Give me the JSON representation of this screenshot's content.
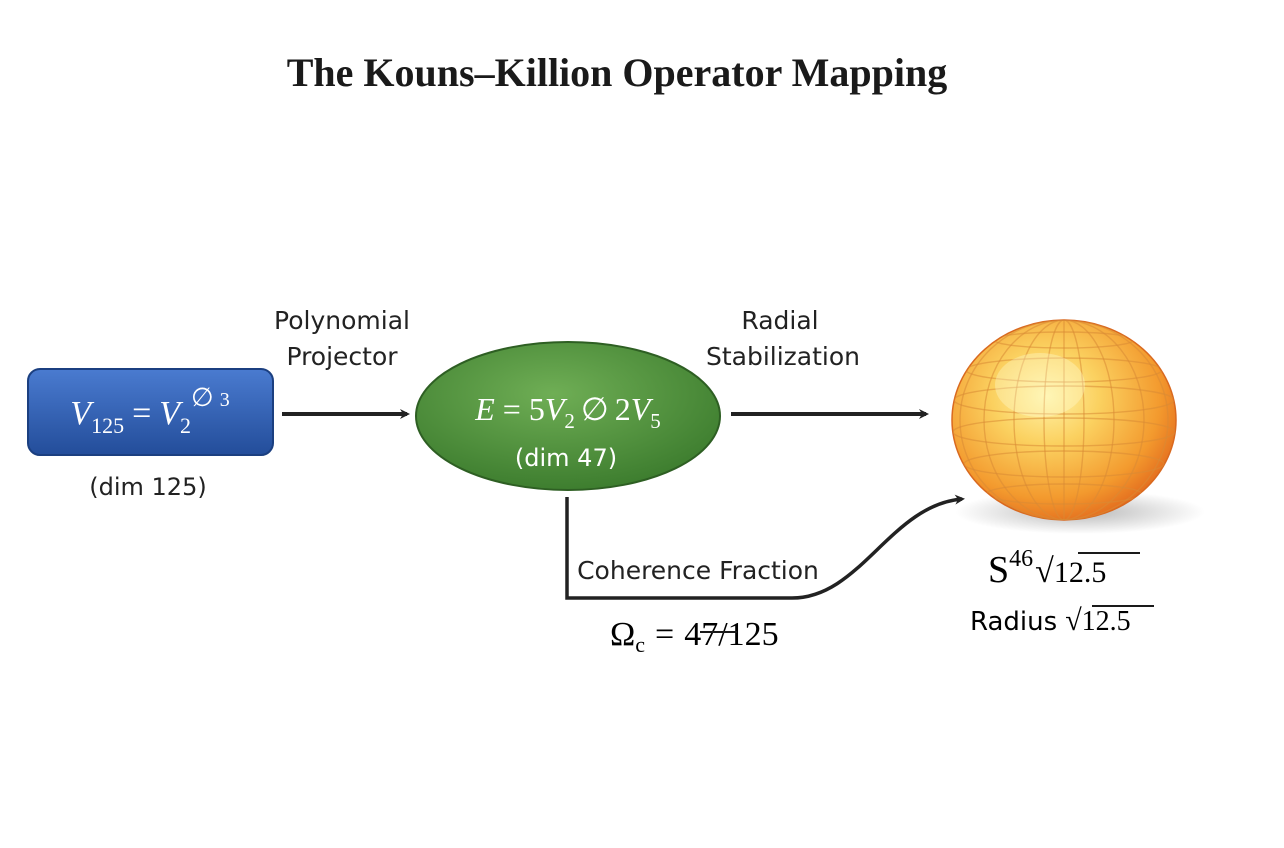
{
  "title": "The Kouns–Killion Operator Mapping",
  "source_node": {
    "lhs_symbol": "V",
    "lhs_subscript": "125",
    "equals": "=",
    "rhs_symbol": "V",
    "rhs_subscript": "2",
    "operator_glyph": "∅",
    "power": "3",
    "dim_label": "(dim 125)",
    "fill": "#2f5fb3"
  },
  "middle_node": {
    "lhs_symbol": "E",
    "equals": "=",
    "coef1": "5",
    "sym1": "V",
    "sub1": "2",
    "operator_glyph": "∅",
    "coef2": "2",
    "sym2": "V",
    "sub2": "5",
    "dim_label": "(dim 47)",
    "fill": "#4a8d3a"
  },
  "target_node": {
    "sphere_symbol": "S",
    "sphere_superscript": "46",
    "sqrt_glyph": "√",
    "radicand": "12.5",
    "radius_word": "Radius",
    "fill": "#f5a623"
  },
  "edges": {
    "first_label_line1": "Polynomial",
    "first_label_line2": "Projector",
    "second_label_line1": "Radial",
    "second_label_line2": "Stabilization",
    "third_label": "Coherence Fraction"
  },
  "coherence_formula": {
    "omega": "Ω",
    "omega_sub": "c",
    "equals": "=",
    "numerator": "47",
    "slash_denominator": "/125"
  }
}
